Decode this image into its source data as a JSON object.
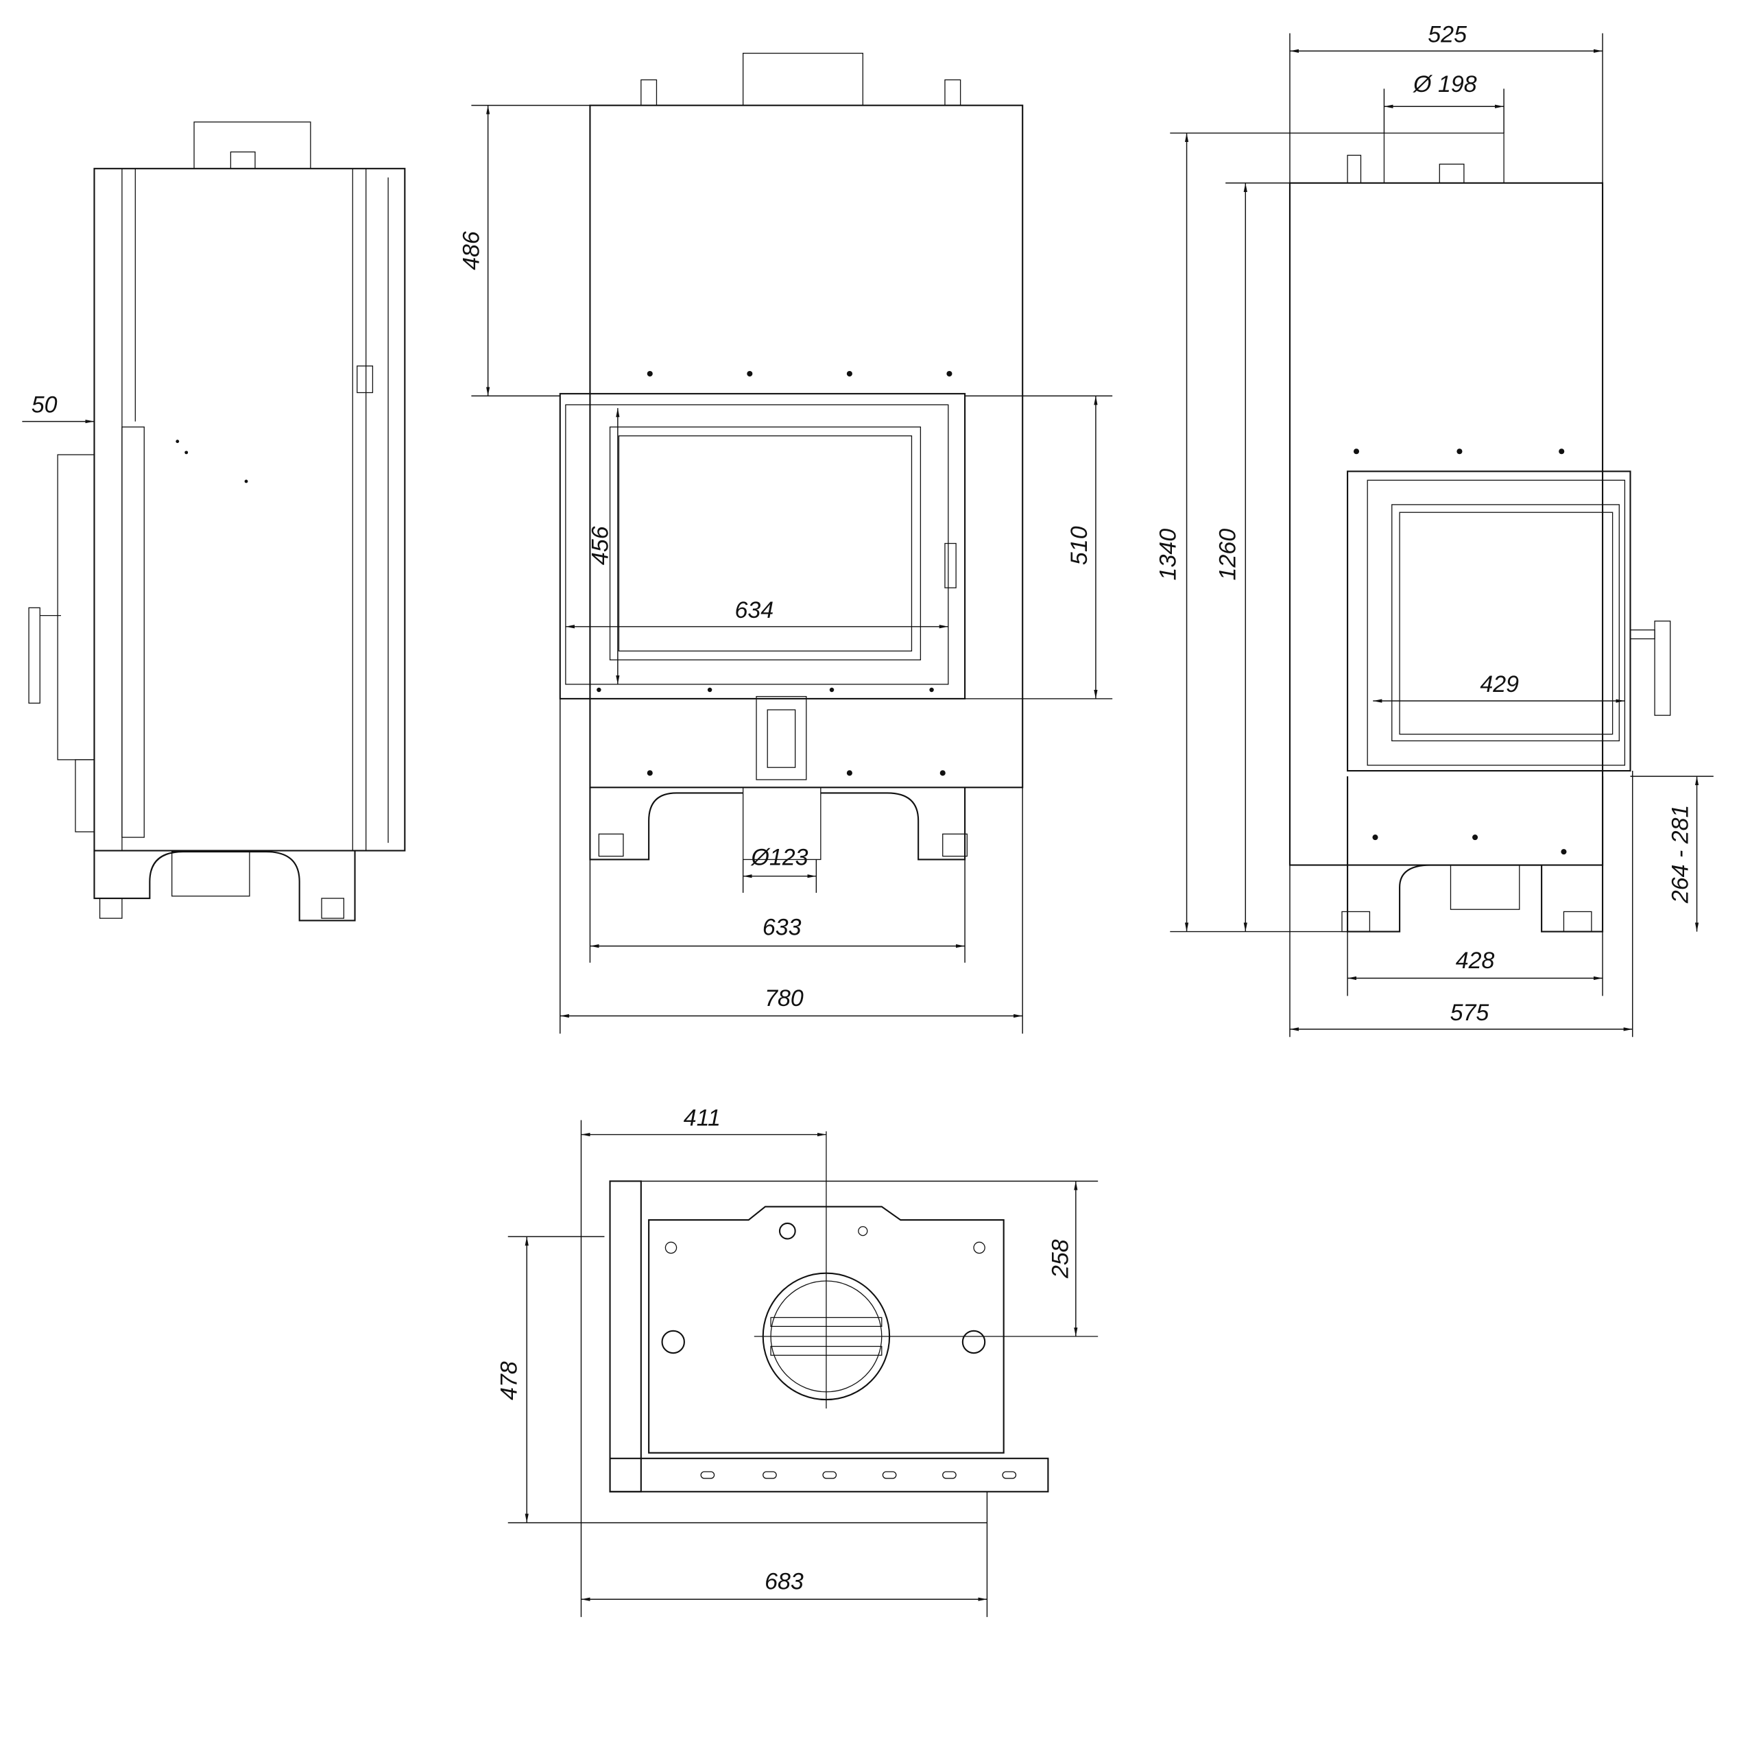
{
  "drawing": {
    "side_view": {
      "depth_offset": "50"
    },
    "front_view": {
      "top_height": "486",
      "glass_height": "456",
      "glass_width": "634",
      "door_height": "510",
      "air_inlet_diameter": "Ø123",
      "base_width": "633",
      "total_width": "780"
    },
    "right_view": {
      "top_width": "525",
      "flue_diameter": "Ø 198",
      "total_height": "1340",
      "body_height": "1260",
      "glass_width": "429",
      "base_height_range": "264 - 281",
      "base_width": "428",
      "total_width": "575"
    },
    "top_view": {
      "flue_offset_x": "411",
      "flue_offset_y": "258",
      "depth": "478",
      "width": "683"
    }
  }
}
